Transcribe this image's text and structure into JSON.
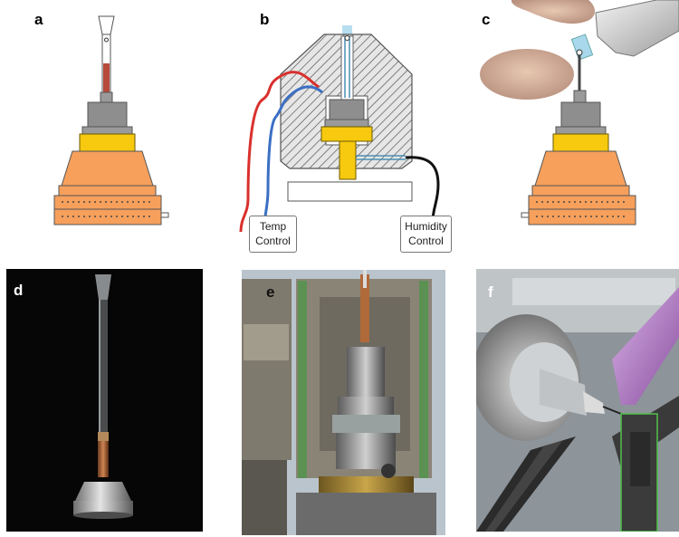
{
  "panels": {
    "a": {
      "label": "a"
    },
    "b": {
      "label": "b",
      "temp_control": "Temp\nControl",
      "humidity_control": "Humidity\nControl"
    },
    "c": {
      "label": "c"
    },
    "d": {
      "label": "d"
    },
    "e": {
      "label": "e"
    },
    "f": {
      "label": "f"
    }
  },
  "colors": {
    "orange": "#f6a05c",
    "yellow": "#f7c90f",
    "gray": "#8c8c8c",
    "red_wire": "#d9302c",
    "blue_wire": "#3a6fc4",
    "capillary_blue": "#a9d8ec"
  }
}
